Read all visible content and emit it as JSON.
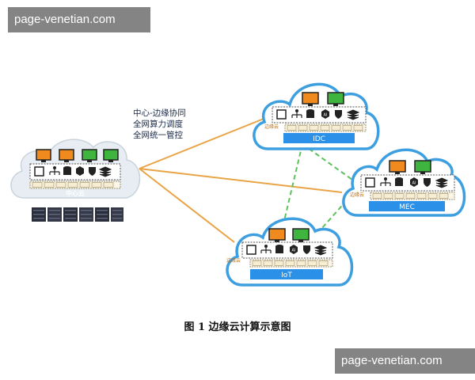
{
  "watermark": {
    "top": "page-venetian.com",
    "bottom": "page-venetian.com"
  },
  "annotation": {
    "lines": [
      "中心-边缘协同",
      "全网算力调度",
      "全网统一管控"
    ]
  },
  "center_cloud": {
    "label": "中心云"
  },
  "edge_clouds": [
    {
      "name": "IDC",
      "side_label": "边缘云"
    },
    {
      "name": "MEC",
      "side_label": "边缘云"
    },
    {
      "name": "IoT",
      "side_label": "边缘云"
    }
  ],
  "icons": {
    "ai_label": "AI"
  },
  "colors": {
    "link_solid": "#e8a445",
    "link_dashed": "#5cc25c",
    "cloud_edge": "#3d9fe0",
    "name_bar": "#2b90e8",
    "monitor_orange": "#f08a1e",
    "monitor_green": "#3fb43f"
  },
  "caption": "图 1 边缘云计算示意图"
}
